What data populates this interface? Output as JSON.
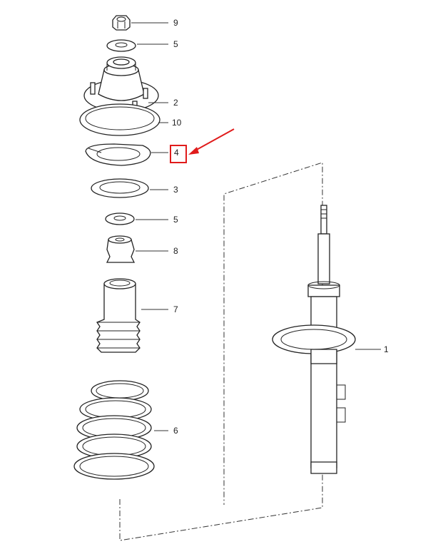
{
  "callouts": [
    {
      "id": "9",
      "label": "9"
    },
    {
      "id": "5a",
      "label": "5"
    },
    {
      "id": "2",
      "label": "2"
    },
    {
      "id": "10",
      "label": "10"
    },
    {
      "id": "4",
      "label": "4"
    },
    {
      "id": "3",
      "label": "3"
    },
    {
      "id": "5b",
      "label": "5"
    },
    {
      "id": "8",
      "label": "8"
    },
    {
      "id": "7",
      "label": "7"
    },
    {
      "id": "6",
      "label": "6"
    },
    {
      "id": "1",
      "label": "1"
    }
  ],
  "highlight": {
    "callout": "4",
    "color": "#e01b1b"
  },
  "colors": {
    "line": "#222222",
    "highlight": "#e01b1b"
  }
}
